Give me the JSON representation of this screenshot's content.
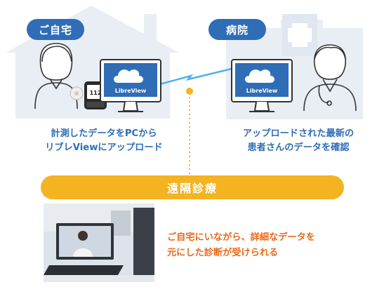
{
  "badges": {
    "home": "ご自宅",
    "hospital": "病院"
  },
  "monitor_brand": "LibreView",
  "reader_value": "112",
  "captions": {
    "left": [
      "計測したデータをPCから",
      "リブレViewにアップロード"
    ],
    "right": [
      "アップロードされた最新の",
      "患者さんのデータを確認"
    ]
  },
  "telemedicine": "遠隔診療",
  "description": [
    "ご自宅にいながら、詳細なデータを",
    "元にした診断が受けられる"
  ],
  "colors": {
    "primary_blue": "#2f6db7",
    "accent_orange": "#ea6a1c",
    "bar_yellow": "#f4b321",
    "bg_shape": "#e9eef5"
  }
}
